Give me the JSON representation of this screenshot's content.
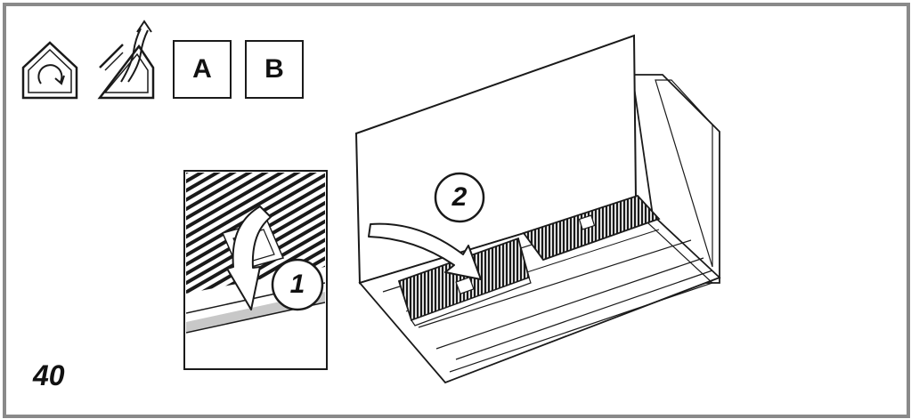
{
  "figure_number": "40",
  "mode_icons": [
    {
      "name": "recirculation-mode-icon"
    },
    {
      "name": "extraction-mode-icon"
    }
  ],
  "mode_letters": [
    "A",
    "B"
  ],
  "steps": [
    "1",
    "2"
  ],
  "colors": {
    "frame": "#8a8a8a",
    "line": "#1a1a1a",
    "shade": "#c8c8c8"
  }
}
